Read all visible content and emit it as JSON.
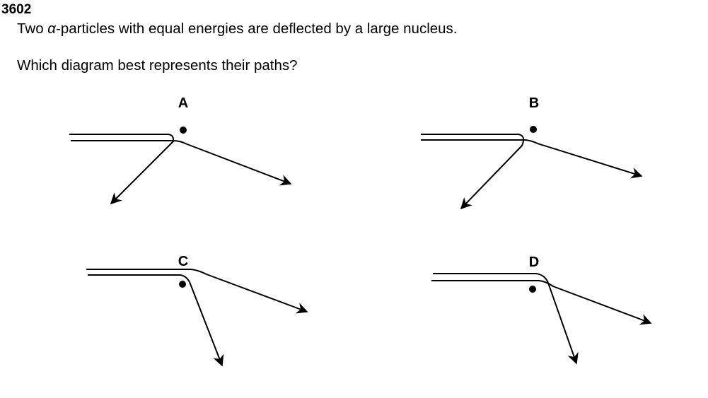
{
  "question": {
    "number": "3602",
    "line1_prefix": "Two ",
    "alpha": "α",
    "line1_suffix": "-particles with equal energies are deflected by a large nucleus.",
    "line2": "Which diagram best represents their paths?"
  },
  "options": [
    {
      "label": "A"
    },
    {
      "label": "B"
    },
    {
      "label": "C"
    },
    {
      "label": "D"
    }
  ]
}
